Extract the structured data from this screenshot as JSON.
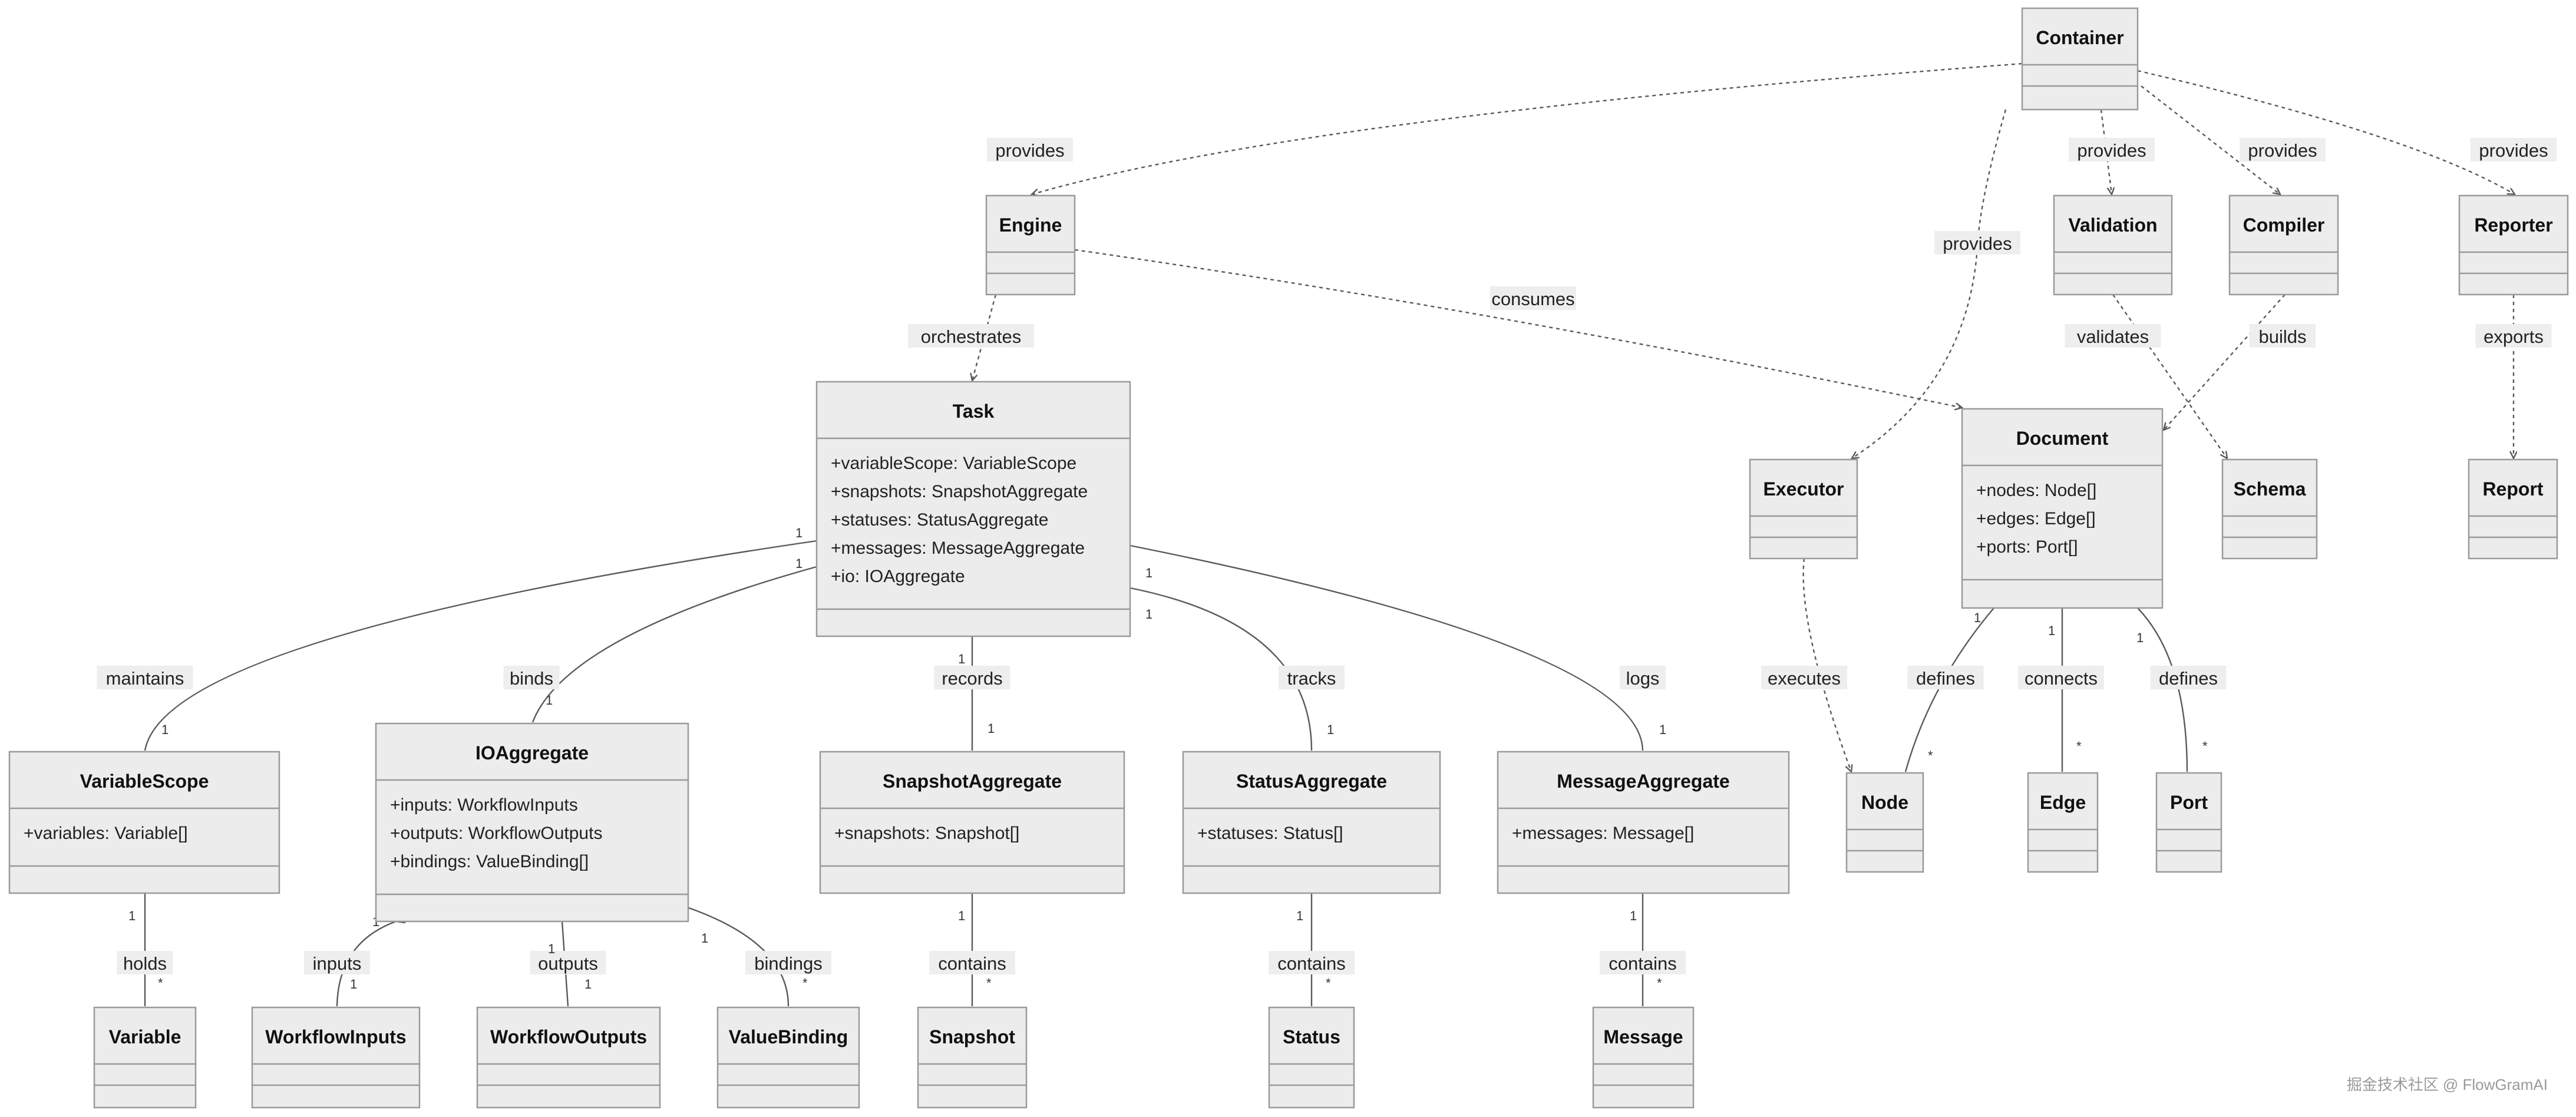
{
  "classes": [
    {
      "id": "container",
      "name": "Container",
      "attributes": []
    },
    {
      "id": "engine",
      "name": "Engine",
      "attributes": []
    },
    {
      "id": "validation",
      "name": "Validation",
      "attributes": []
    },
    {
      "id": "compiler",
      "name": "Compiler",
      "attributes": []
    },
    {
      "id": "reporter",
      "name": "Reporter",
      "attributes": []
    },
    {
      "id": "task",
      "name": "Task",
      "attributes": [
        "+variableScope: VariableScope",
        "+snapshots: SnapshotAggregate",
        "+statuses: StatusAggregate",
        "+messages: MessageAggregate",
        "+io: IOAggregate"
      ]
    },
    {
      "id": "document",
      "name": "Document",
      "attributes": [
        "+nodes: Node[]",
        "+edges: Edge[]",
        "+ports: Port[]"
      ]
    },
    {
      "id": "executor",
      "name": "Executor",
      "attributes": []
    },
    {
      "id": "schema",
      "name": "Schema",
      "attributes": []
    },
    {
      "id": "report",
      "name": "Report",
      "attributes": []
    },
    {
      "id": "variablescope",
      "name": "VariableScope",
      "attributes": [
        "+variables: Variable[]"
      ]
    },
    {
      "id": "ioaggregate",
      "name": "IOAggregate",
      "attributes": [
        "+inputs: WorkflowInputs",
        "+outputs: WorkflowOutputs",
        "+bindings: ValueBinding[]"
      ]
    },
    {
      "id": "snapshotaggregate",
      "name": "SnapshotAggregate",
      "attributes": [
        "+snapshots: Snapshot[]"
      ]
    },
    {
      "id": "statusaggregate",
      "name": "StatusAggregate",
      "attributes": [
        "+statuses: Status[]"
      ]
    },
    {
      "id": "messageaggregate",
      "name": "MessageAggregate",
      "attributes": [
        "+messages: Message[]"
      ]
    },
    {
      "id": "node",
      "name": "Node",
      "attributes": []
    },
    {
      "id": "edge",
      "name": "Edge",
      "attributes": []
    },
    {
      "id": "port",
      "name": "Port",
      "attributes": []
    },
    {
      "id": "variable",
      "name": "Variable",
      "attributes": []
    },
    {
      "id": "workflowinputs",
      "name": "WorkflowInputs",
      "attributes": []
    },
    {
      "id": "workflowoutputs",
      "name": "WorkflowOutputs",
      "attributes": []
    },
    {
      "id": "valuebinding",
      "name": "ValueBinding",
      "attributes": []
    },
    {
      "id": "snapshot",
      "name": "Snapshot",
      "attributes": []
    },
    {
      "id": "status",
      "name": "Status",
      "attributes": []
    },
    {
      "id": "message",
      "name": "Message",
      "attributes": []
    }
  ],
  "relations": [
    {
      "id": "r1",
      "from": "container",
      "to": "engine",
      "label": "provides",
      "kind": "dependency"
    },
    {
      "id": "r2",
      "from": "container",
      "to": "executor",
      "label": "provides",
      "kind": "dependency"
    },
    {
      "id": "r3",
      "from": "container",
      "to": "validation",
      "label": "provides",
      "kind": "dependency"
    },
    {
      "id": "r4",
      "from": "container",
      "to": "compiler",
      "label": "provides",
      "kind": "dependency"
    },
    {
      "id": "r5",
      "from": "container",
      "to": "reporter",
      "label": "provides",
      "kind": "dependency"
    },
    {
      "id": "r6",
      "from": "engine",
      "to": "task",
      "label": "orchestrates",
      "kind": "dependency"
    },
    {
      "id": "r7",
      "from": "engine",
      "to": "document",
      "label": "consumes",
      "kind": "dependency"
    },
    {
      "id": "r8",
      "from": "validation",
      "to": "schema",
      "label": "validates",
      "kind": "dependency"
    },
    {
      "id": "r9",
      "from": "compiler",
      "to": "document",
      "label": "builds",
      "kind": "dependency"
    },
    {
      "id": "r10",
      "from": "reporter",
      "to": "report",
      "label": "exports",
      "kind": "dependency"
    },
    {
      "id": "r11",
      "from": "executor",
      "to": "node",
      "label": "executes",
      "kind": "dependency"
    },
    {
      "id": "r12",
      "from": "task",
      "to": "variablescope",
      "label": "maintains",
      "kind": "aggregation",
      "from_card": "1",
      "to_card": "1"
    },
    {
      "id": "r13",
      "from": "task",
      "to": "ioaggregate",
      "label": "binds",
      "kind": "aggregation",
      "from_card": "1",
      "to_card": "1"
    },
    {
      "id": "r14",
      "from": "task",
      "to": "snapshotaggregate",
      "label": "records",
      "kind": "aggregation",
      "from_card": "1",
      "to_card": "1"
    },
    {
      "id": "r15",
      "from": "task",
      "to": "statusaggregate",
      "label": "tracks",
      "kind": "aggregation",
      "from_card": "1",
      "to_card": "1"
    },
    {
      "id": "r16",
      "from": "task",
      "to": "messageaggregate",
      "label": "logs",
      "kind": "aggregation",
      "from_card": "1",
      "to_card": "1"
    },
    {
      "id": "r17",
      "from": "document",
      "to": "node",
      "label": "defines",
      "kind": "aggregation",
      "from_card": "1",
      "to_card": "*"
    },
    {
      "id": "r18",
      "from": "document",
      "to": "edge",
      "label": "connects",
      "kind": "aggregation",
      "from_card": "1",
      "to_card": "*"
    },
    {
      "id": "r19",
      "from": "document",
      "to": "port",
      "label": "defines",
      "kind": "aggregation",
      "from_card": "1",
      "to_card": "*"
    },
    {
      "id": "r20",
      "from": "variablescope",
      "to": "variable",
      "label": "holds",
      "kind": "aggregation",
      "from_card": "1",
      "to_card": "*"
    },
    {
      "id": "r21",
      "from": "ioaggregate",
      "to": "workflowinputs",
      "label": "inputs",
      "kind": "aggregation",
      "from_card": "1",
      "to_card": "1"
    },
    {
      "id": "r22",
      "from": "ioaggregate",
      "to": "workflowoutputs",
      "label": "outputs",
      "kind": "aggregation",
      "from_card": "1",
      "to_card": "1"
    },
    {
      "id": "r23",
      "from": "ioaggregate",
      "to": "valuebinding",
      "label": "bindings",
      "kind": "aggregation",
      "from_card": "1",
      "to_card": "*"
    },
    {
      "id": "r24",
      "from": "snapshotaggregate",
      "to": "snapshot",
      "label": "contains",
      "kind": "aggregation",
      "from_card": "1",
      "to_card": "*"
    },
    {
      "id": "r25",
      "from": "statusaggregate",
      "to": "status",
      "label": "contains",
      "kind": "aggregation",
      "from_card": "1",
      "to_card": "*"
    },
    {
      "id": "r26",
      "from": "messageaggregate",
      "to": "message",
      "label": "contains",
      "kind": "aggregation",
      "from_card": "1",
      "to_card": "*"
    }
  ],
  "watermark": "掘金技术社区 @ FlowGramAI"
}
